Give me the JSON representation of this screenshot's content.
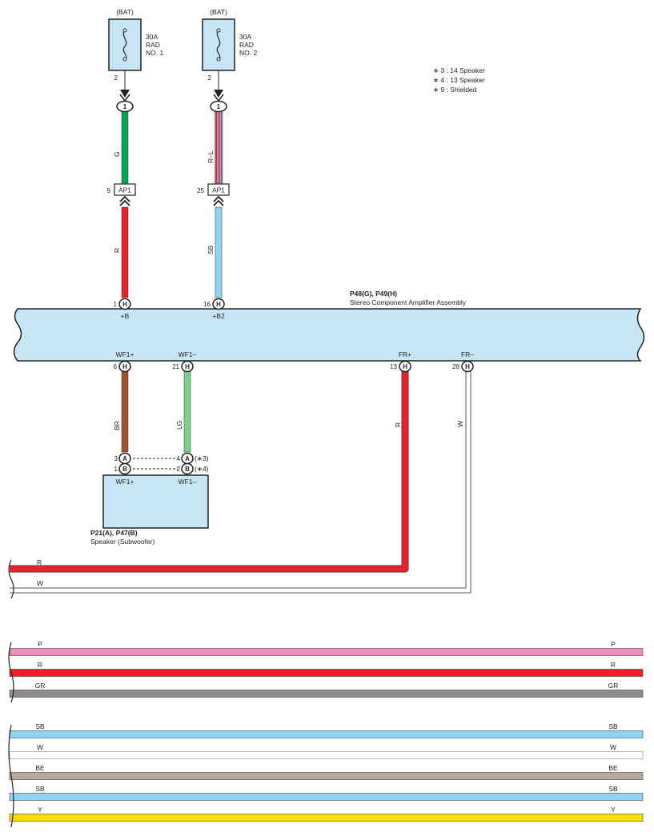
{
  "fuses": [
    {
      "source": "(BAT)",
      "rating": "30A",
      "name_line1": "RAD",
      "name_line2": "NO. 1",
      "pin": "2",
      "junction": "1",
      "wire": "G"
    },
    {
      "source": "(BAT)",
      "rating": "30A",
      "name_line1": "RAD",
      "name_line2": "NO. 2",
      "pin": "2",
      "junction": "1",
      "wire": "R–L"
    }
  ],
  "notes": [
    "∗ 3 : 14 Speaker",
    "∗ 4 : 13 Speaker",
    "∗ 9 : Shielded"
  ],
  "ap1": [
    {
      "pin": "9",
      "label": "AP1",
      "wire_below": "R"
    },
    {
      "pin": "25",
      "label": "AP1",
      "wire_below": "SB"
    }
  ],
  "amplifier": {
    "connectors": "P48(G), P49(H)",
    "name": "Stereo Component Amplifier Assembly",
    "top_pins": [
      {
        "pin": "1",
        "conn": "H",
        "label": "+B"
      },
      {
        "pin": "16",
        "conn": "H",
        "label": "+B2"
      }
    ],
    "bottom_pins": [
      {
        "pin": "6",
        "conn": "H",
        "label": "WF1+",
        "wire": "BR"
      },
      {
        "pin": "21",
        "conn": "H",
        "label": "WF1–",
        "wire": "LG"
      },
      {
        "pin": "13",
        "conn": "H",
        "label": "FR+",
        "wire": "R"
      },
      {
        "pin": "28",
        "conn": "H",
        "label": "FR–",
        "wire": "W"
      }
    ]
  },
  "subwoofer": {
    "connectors": "P21(A), P47(B)",
    "name": "Speaker (Subwoofer)",
    "pin_left": "WF1+",
    "pin_right": "WF1–",
    "row_a": {
      "left_pin": "3",
      "left_conn": "A",
      "right_pin": "4",
      "right_conn": "A",
      "note": "(∗3)"
    },
    "row_b": {
      "left_pin": "1",
      "left_conn": "B",
      "right_pin": "2",
      "right_conn": "B",
      "note": "(∗4)"
    }
  },
  "lower_wires": [
    {
      "label": "R",
      "color": "#e8212a"
    },
    {
      "label": "W",
      "color": "#ffffff"
    }
  ],
  "bus_group_1": [
    {
      "label": "P",
      "color": "#f08bbd"
    },
    {
      "label": "R",
      "color": "#e8212a"
    },
    {
      "label": "GR",
      "color": "#8a8c8e"
    }
  ],
  "bus_group_2": [
    {
      "label": "SB",
      "color": "#8fd3f2"
    },
    {
      "label": "W",
      "color": "#ffffff"
    },
    {
      "label": "BE",
      "color": "#bba89a"
    },
    {
      "label": "SB",
      "color": "#8fd3f2"
    },
    {
      "label": "Y",
      "color": "#f8dc00"
    }
  ],
  "colors": {
    "box_fill": "#c6e6f6",
    "G": "#00a651",
    "R": "#e8212a",
    "RL_blue": "#2e6fb7",
    "SB": "#8fd3f2",
    "BR": "#a0522d",
    "LG": "#7dcf8e"
  }
}
